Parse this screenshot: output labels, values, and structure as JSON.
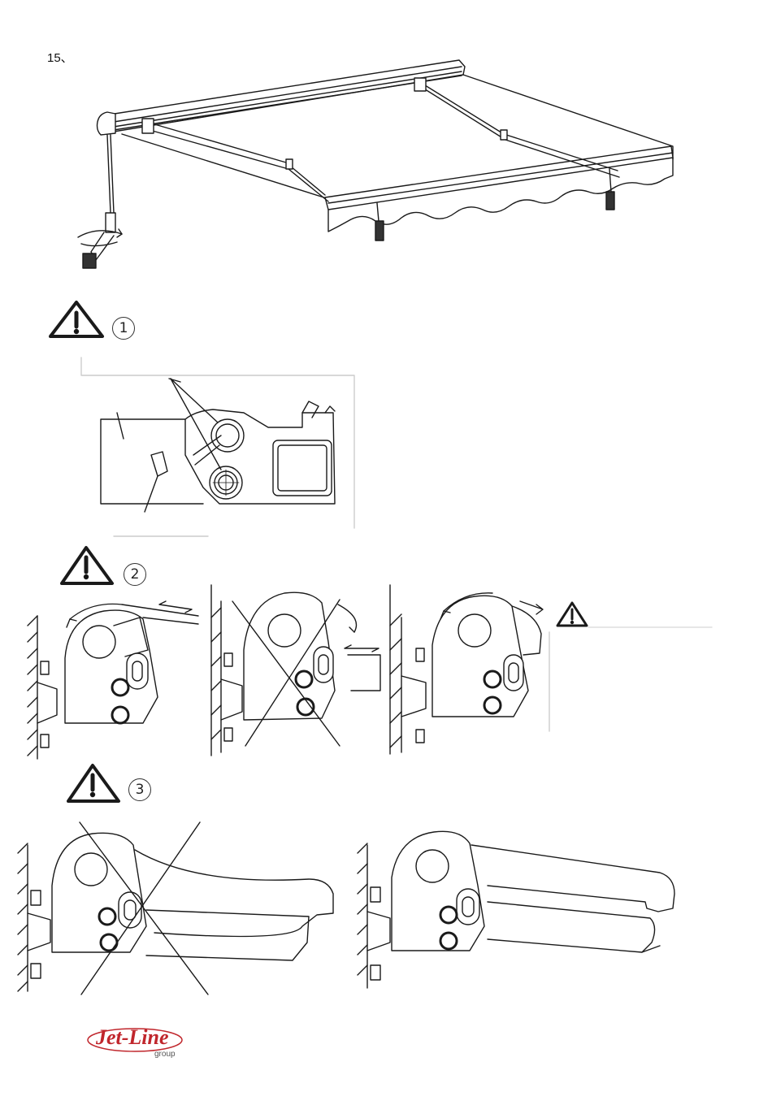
{
  "page": {
    "step_label": "15、",
    "warnings": [
      {
        "marker": "1"
      },
      {
        "marker": "2"
      },
      {
        "marker": "3"
      }
    ],
    "logo": {
      "wordmark": "Jet-Line",
      "subtext": "group",
      "color": "#c0262c"
    },
    "icons": [
      "warning-triangle-icon",
      "awning-illustration",
      "arm-bracket-illustration",
      "crank-handle-illustration"
    ]
  }
}
